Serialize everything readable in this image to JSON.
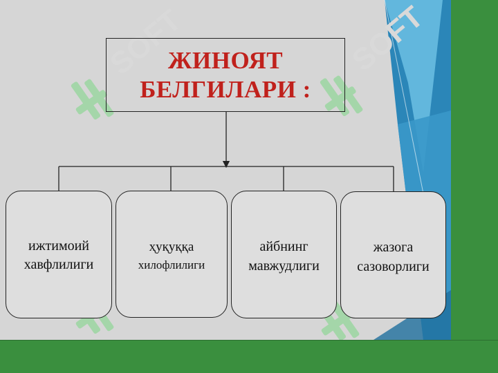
{
  "title": {
    "line1": "ЖИНОЯТ",
    "line2": "БЕЛГИЛАРИ",
    "colon": ":"
  },
  "cards": [
    {
      "label": "ижтимоий\nхавфлилиги"
    },
    {
      "line1": "ҳуқуққа",
      "line2": "хилофлилиги"
    },
    {
      "label": "айбнинг\nмавжудлиги"
    },
    {
      "label": "жазога\nсазоворлиги"
    }
  ],
  "watermark": {
    "text": "SOFT"
  },
  "colors": {
    "title": "#c0211c",
    "green": "#3a8f3e",
    "blue": "#2f8ec2",
    "watermark": "#9fd6a4"
  }
}
